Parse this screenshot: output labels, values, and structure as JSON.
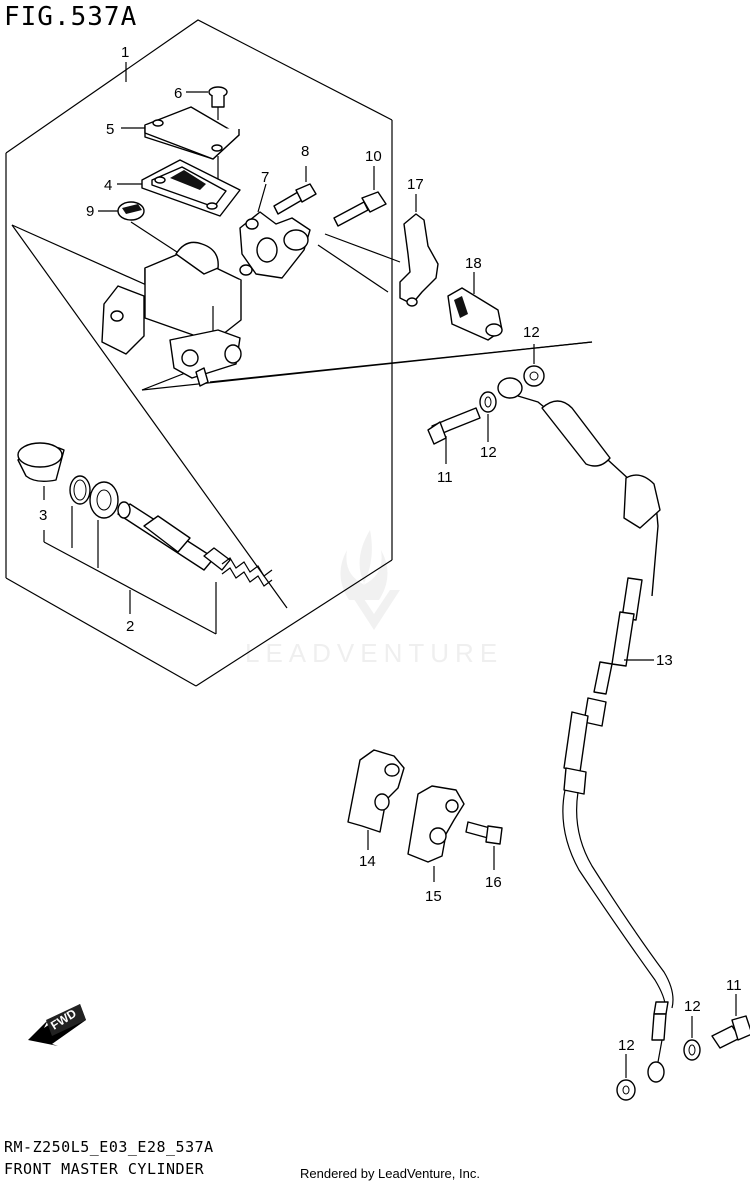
{
  "figure": {
    "title": "FIG.537A",
    "model_code": "RM-Z250L5_E03_E28_537A",
    "caption": "FRONT MASTER CYLINDER",
    "rendered_by": "Rendered by LeadVenture, Inc."
  },
  "watermark": {
    "text": "LEADVENTURE"
  },
  "fwd_badge": {
    "label": "FWD"
  },
  "callouts": {
    "c1": "1",
    "c2": "2",
    "c3": "3",
    "c4": "4",
    "c5": "5",
    "c6": "6",
    "c7": "7",
    "c8": "8",
    "c9": "9",
    "c10": "10",
    "c11a": "11",
    "c11b": "11",
    "c12a": "12",
    "c12b": "12",
    "c12c": "12",
    "c12d": "12",
    "c13": "13",
    "c14": "14",
    "c15": "15",
    "c16": "16",
    "c17": "17",
    "c18": "18"
  }
}
